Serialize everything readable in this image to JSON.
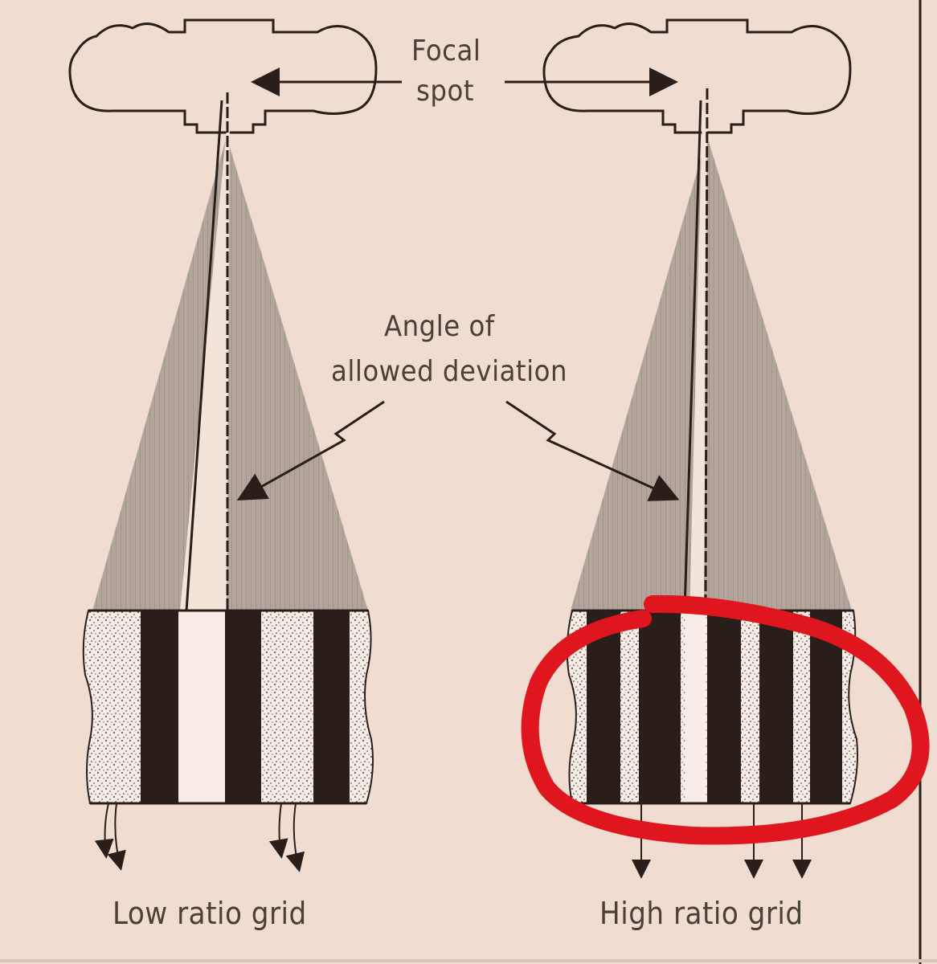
{
  "labels": {
    "focal_spot_line1": "Focal",
    "focal_spot_line2": "spot",
    "angle_line1": "Angle of",
    "angle_line2": "allowed deviation",
    "low_ratio": "Low ratio grid",
    "high_ratio": "High ratio grid"
  },
  "colors": {
    "background": "#f0dcd0",
    "ink": "#2a1e1a",
    "beam": "#a89a92",
    "highlight": "#e0161e"
  }
}
